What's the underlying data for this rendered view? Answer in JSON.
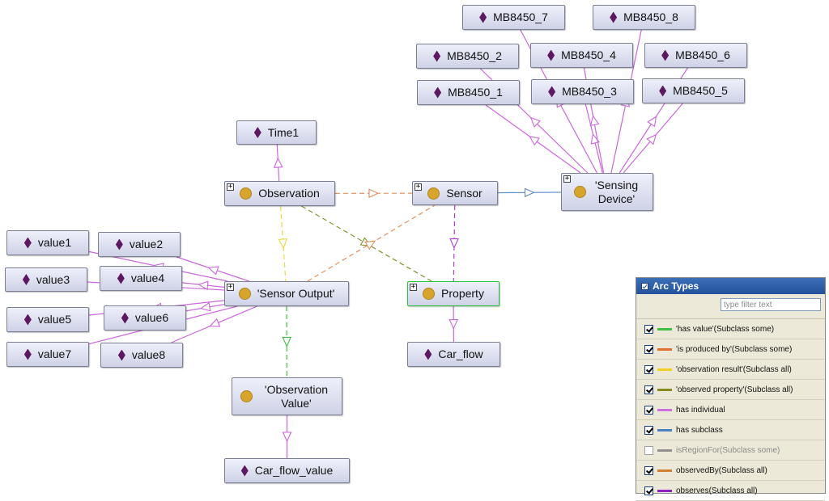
{
  "nodes": [
    {
      "id": "mb7",
      "label": "MB8450_7",
      "kind": "individual"
    },
    {
      "id": "mb8",
      "label": "MB8450_8",
      "kind": "individual"
    },
    {
      "id": "mb2",
      "label": "MB8450_2",
      "kind": "individual"
    },
    {
      "id": "mb4",
      "label": "MB8450_4",
      "kind": "individual"
    },
    {
      "id": "mb6",
      "label": "MB8450_6",
      "kind": "individual"
    },
    {
      "id": "mb1",
      "label": "MB8450_1",
      "kind": "individual"
    },
    {
      "id": "mb3",
      "label": "MB8450_3",
      "kind": "individual"
    },
    {
      "id": "mb5",
      "label": "MB8450_5",
      "kind": "individual"
    },
    {
      "id": "time1",
      "label": "Time1",
      "kind": "individual"
    },
    {
      "id": "observation",
      "label": "Observation",
      "kind": "class",
      "expandable": true
    },
    {
      "id": "sensor",
      "label": "Sensor",
      "kind": "class",
      "expandable": true
    },
    {
      "id": "sensingDevice",
      "label": "'Sensing Device'",
      "kind": "class",
      "expandable": true
    },
    {
      "id": "value1",
      "label": "value1",
      "kind": "individual"
    },
    {
      "id": "value2",
      "label": "value2",
      "kind": "individual"
    },
    {
      "id": "value3",
      "label": "value3",
      "kind": "individual"
    },
    {
      "id": "value4",
      "label": "value4",
      "kind": "individual"
    },
    {
      "id": "value5",
      "label": "value5",
      "kind": "individual"
    },
    {
      "id": "value6",
      "label": "value6",
      "kind": "individual"
    },
    {
      "id": "value7",
      "label": "value7",
      "kind": "individual"
    },
    {
      "id": "value8",
      "label": "value8",
      "kind": "individual"
    },
    {
      "id": "sensorOutput",
      "label": "'Sensor Output'",
      "kind": "class",
      "expandable": true
    },
    {
      "id": "property",
      "label": "Property",
      "kind": "class",
      "expandable": true,
      "selected": true
    },
    {
      "id": "carFlow",
      "label": "Car_flow",
      "kind": "individual"
    },
    {
      "id": "obsValue",
      "label": "'Observation Value'",
      "kind": "class"
    },
    {
      "id": "carFlowValue",
      "label": "Car_flow_value",
      "kind": "individual"
    }
  ],
  "edges": [
    {
      "from": "sensingDevice",
      "to": "mb1",
      "color": "#cc66dd"
    },
    {
      "from": "sensingDevice",
      "to": "mb2",
      "color": "#cc66dd"
    },
    {
      "from": "sensingDevice",
      "to": "mb3",
      "color": "#cc66dd"
    },
    {
      "from": "sensingDevice",
      "to": "mb4",
      "color": "#cc66dd"
    },
    {
      "from": "sensingDevice",
      "to": "mb5",
      "color": "#cc66dd"
    },
    {
      "from": "sensingDevice",
      "to": "mb6",
      "color": "#cc66dd"
    },
    {
      "from": "sensingDevice",
      "to": "mb7",
      "color": "#cc66dd"
    },
    {
      "from": "sensingDevice",
      "to": "mb8",
      "color": "#cc66dd"
    },
    {
      "from": "observation",
      "to": "time1",
      "color": "#cc66dd"
    },
    {
      "from": "observation",
      "to": "sensor",
      "color": "#e09060",
      "dashed": true
    },
    {
      "from": "sensor",
      "to": "sensingDevice",
      "color": "#5a8ac8"
    },
    {
      "from": "observation",
      "to": "sensorOutput",
      "color": "#e8d840",
      "dashed": true
    },
    {
      "from": "observation",
      "to": "property",
      "color": "#8a9030",
      "dashed": true
    },
    {
      "from": "sensorOutput",
      "to": "sensor",
      "color": "#e09060",
      "dashed": true
    },
    {
      "from": "sensor",
      "to": "property",
      "color": "#b040d0",
      "dashed": true
    },
    {
      "from": "sensorOutput",
      "to": "obsValue",
      "color": "#40c040",
      "dashed": true
    },
    {
      "from": "property",
      "to": "carFlow",
      "color": "#cc66dd"
    },
    {
      "from": "obsValue",
      "to": "carFlowValue",
      "color": "#cc66dd"
    },
    {
      "from": "sensorOutput",
      "to": "value1",
      "color": "#cc66dd"
    },
    {
      "from": "sensorOutput",
      "to": "value2",
      "color": "#cc66dd"
    },
    {
      "from": "sensorOutput",
      "to": "value3",
      "color": "#cc66dd"
    },
    {
      "from": "sensorOutput",
      "to": "value4",
      "color": "#cc66dd"
    },
    {
      "from": "sensorOutput",
      "to": "value5",
      "color": "#cc66dd"
    },
    {
      "from": "sensorOutput",
      "to": "value6",
      "color": "#cc66dd"
    },
    {
      "from": "sensorOutput",
      "to": "value7",
      "color": "#cc66dd"
    },
    {
      "from": "sensorOutput",
      "to": "value8",
      "color": "#cc66dd"
    }
  ],
  "arc_panel": {
    "title": "Arc Types",
    "filter_placeholder": "type filter text",
    "items": [
      {
        "label": "'has value'(Subclass some)",
        "color": "#40c040",
        "checked": true
      },
      {
        "label": "'is produced by'(Subclass some)",
        "color": "#e07030",
        "checked": true
      },
      {
        "label": "'observation result'(Subclass all)",
        "color": "#f0d020",
        "checked": true
      },
      {
        "label": "'observed property'(Subclass all)",
        "color": "#8a8a20",
        "checked": true
      },
      {
        "label": "has individual",
        "color": "#d070e0",
        "checked": true
      },
      {
        "label": "has subclass",
        "color": "#4a80c0",
        "checked": true
      },
      {
        "label": "isRegionFor(Subclass some)",
        "color": "#909090",
        "checked": false
      },
      {
        "label": "observedBy(Subclass all)",
        "color": "#d08030",
        "checked": true
      },
      {
        "label": "observes(Subclass all)",
        "color": "#9020c0",
        "checked": true
      }
    ]
  }
}
